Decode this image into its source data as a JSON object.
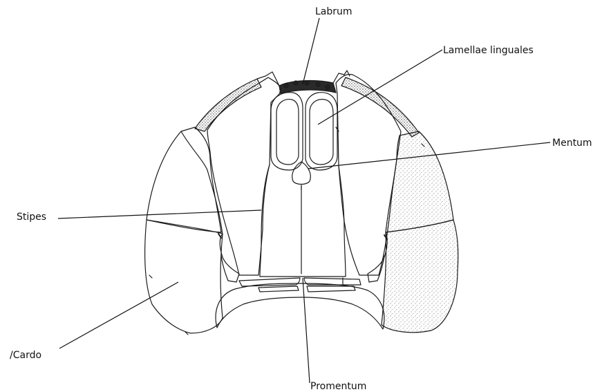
{
  "figure": {
    "labels": {
      "labrum": "Labrum",
      "lamellae_linguales": "Lamellae linguales",
      "mentum": "Mentum",
      "stipes": "Stipes",
      "cardo": "/Cardo",
      "promentum": "Promentum"
    },
    "colors": {
      "ink": "#1a1a1a",
      "background": "#ffffff",
      "stipple": "#6b6b6b"
    }
  }
}
